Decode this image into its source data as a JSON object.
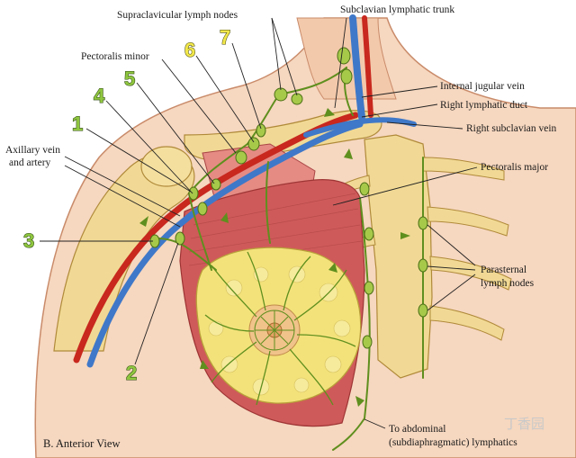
{
  "labels": {
    "supraclavicular": "Supraclavicular lymph nodes",
    "subclavian_trunk": "Subclavian lymphatic trunk",
    "pectoralis_minor": "Pectoralis minor",
    "internal_jugular": "Internal jugular vein",
    "right_lymphatic_duct": "Right lymphatic duct",
    "right_subclavian": "Right subclavian vein",
    "axillary_line1": "Axillary vein",
    "axillary_line2": "and artery",
    "pectoralis_major": "Pectoralis major",
    "parasternal_line1": "Parasternal",
    "parasternal_line2": "lymph nodes",
    "abdominal_line1": "To abdominal",
    "abdominal_line2": "(subdiaphragmatic) lymphatics"
  },
  "numbers": [
    "1",
    "2",
    "3",
    "4",
    "5",
    "6",
    "7"
  ],
  "caption": "B. Anterior View",
  "watermark": "丁香园",
  "colors": {
    "skin": "#f6d7bf",
    "skin_edge": "#c98b6a",
    "bone": "#f1d995",
    "bone_edge": "#b08a3a",
    "muscle": "#cf5a5a",
    "muscle_light": "#e58b84",
    "breast": "#f3e27a",
    "vein": "#3f78c8",
    "artery": "#c8281e",
    "lymph": "#5f8f1e",
    "node": "#a7c94a",
    "number_green": "#8fc63f",
    "number_yellow": "#f2e84a"
  }
}
